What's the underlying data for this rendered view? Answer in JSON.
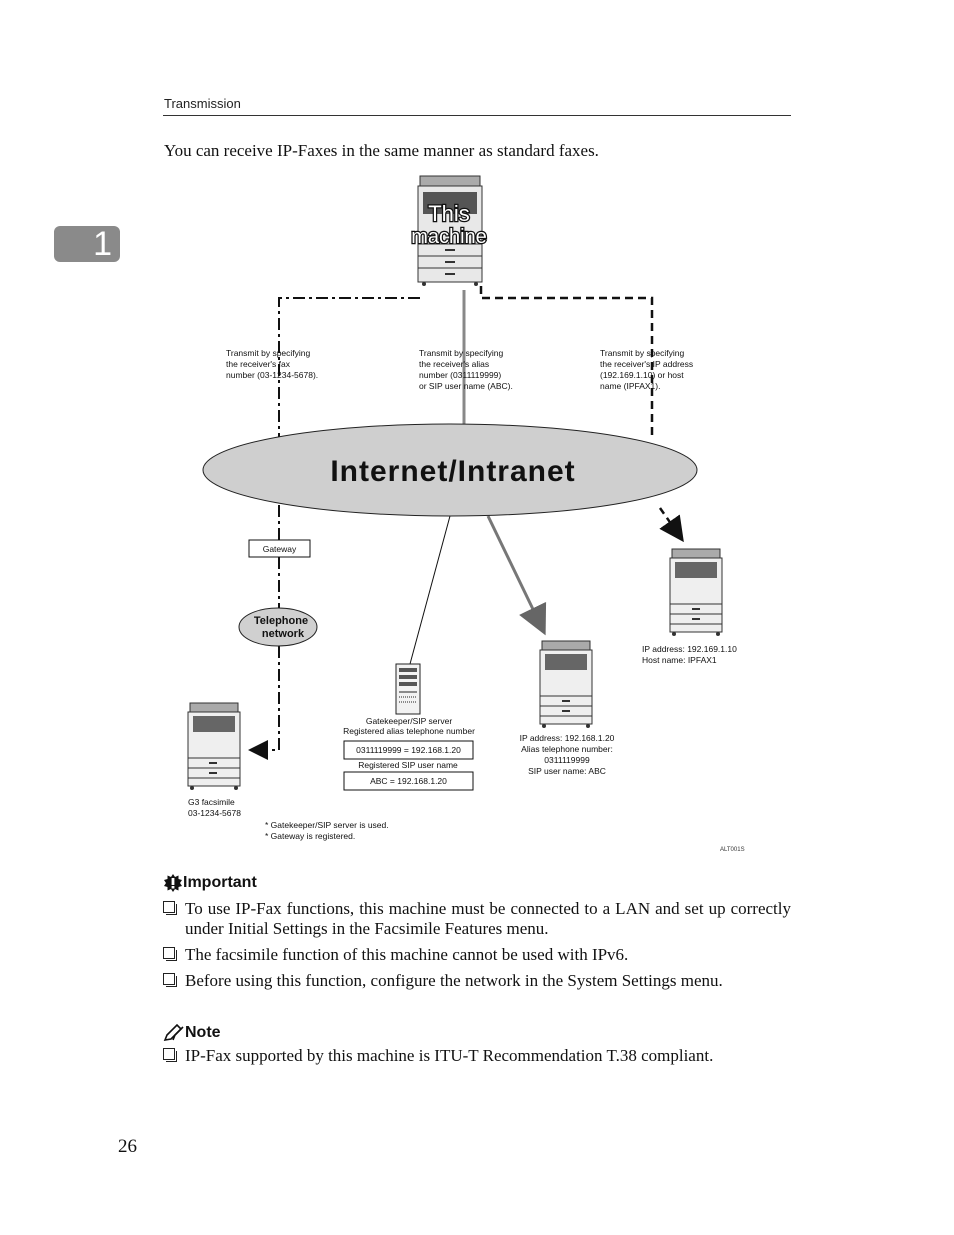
{
  "header": {
    "section_title": "Transmission"
  },
  "chapter_tab": {
    "number": "1"
  },
  "intro_text": "You can receive IP-Faxes in the same manner as standard faxes.",
  "diagram": {
    "this_machine_line1": "This",
    "this_machine_line2": "machine",
    "network_label": "Internet/Intranet",
    "transmit_fax_number": [
      "Transmit by specifying",
      "the receiver's fax",
      "number (03-1234-5678)."
    ],
    "transmit_alias": [
      "Transmit by specifying",
      "the receiver's alias",
      "number (0311119999)",
      "or SIP user name (ABC)."
    ],
    "transmit_ip": [
      "Transmit by specifying",
      "the receiver's IP address",
      "(192.169.1.10) or host",
      "name (IPFAX1)."
    ],
    "gateway_label": "Gateway",
    "telephone_network": [
      "Telephone",
      "network"
    ],
    "g3_label": [
      "G3 facsimile",
      "03-1234-5678"
    ],
    "gatekeeper_title": [
      "Gatekeeper/SIP server",
      "Registered alias telephone number"
    ],
    "alias_mapping": "0311119999 = 192.168.1.20",
    "sip_user_title": "Registered SIP user name",
    "sip_mapping": "ABC = 192.168.1.20",
    "receiver_middle": [
      "IP address: 192.168.1.20",
      "Alias telephone number:",
      "0311119999",
      "SIP user name: ABC"
    ],
    "receiver_right": [
      "IP address: 192.169.1.10",
      "Host name: IPFAX1"
    ],
    "footnotes": [
      "* Gatekeeper/SIP server is used.",
      "* Gateway is registered."
    ],
    "figure_code": "ALT001S"
  },
  "important": {
    "heading": "Important",
    "items": [
      "To use IP-Fax functions, this machine must be connected to a LAN and set up correctly under Initial Settings in the Facsimile Features menu.",
      "The facsimile function of this machine cannot be used with IPv6.",
      "Before using this function, configure the network in the System Settings menu."
    ]
  },
  "note": {
    "heading": "Note",
    "items": [
      "IP-Fax supported by this machine is ITU-T Recommendation T.38 compliant."
    ]
  },
  "page_number": "26"
}
